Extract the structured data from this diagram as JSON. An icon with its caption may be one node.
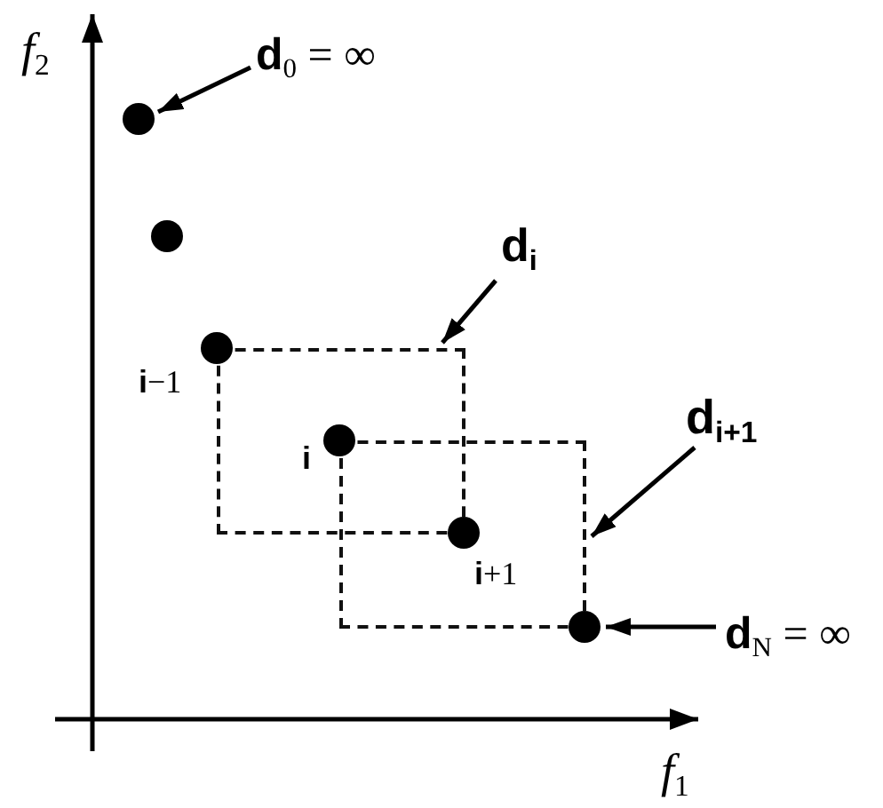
{
  "diagram": {
    "nodes": [
      {
        "text": [
          "**d**$_{0}$ = ∞"
        ]
      },
      {
        "text": [],
        "shape": "circle"
      },
      {
        "text": [],
        "shape": "circle"
      },
      {
        "text": [
          "d$_{i}$"
        ]
      },
      {
        "text": [],
        "shape": "box"
      },
      {
        "text": [],
        "shape": "circle",
        "beside": [
          "**i**−1"
        ]
      },
      {
        "text": [
          "d$_{i+1}$"
        ]
      },
      {
        "text": [],
        "shape": "box"
      },
      {
        "text": [],
        "shape": "circle",
        "beside": [
          "i"
        ],
        "in": 4
      },
      {
        "text": [],
        "shape": "circle",
        "beside": [
          "**i**+1"
        ],
        "in": 7
      },
      {
        "text": [],
        "shape": "circle"
      },
      {
        "text": [
          "**d**$_{N}$ = ∞"
        ]
      }
    ],
    "edges": [
      {
        "from": 0,
        "to": 1,
        "arrow": "to"
      },
      {
        "from": 3,
        "to": 4,
        "arrow": "to"
      },
      {
        "from": 6,
        "to": 7,
        "arrow": "to"
      },
      {
        "from": 11,
        "to": 10,
        "arrow": "to"
      }
    ],
    "labels": [
      "*f*$_{2}$",
      "*f*$_{1}$"
    ]
  }
}
